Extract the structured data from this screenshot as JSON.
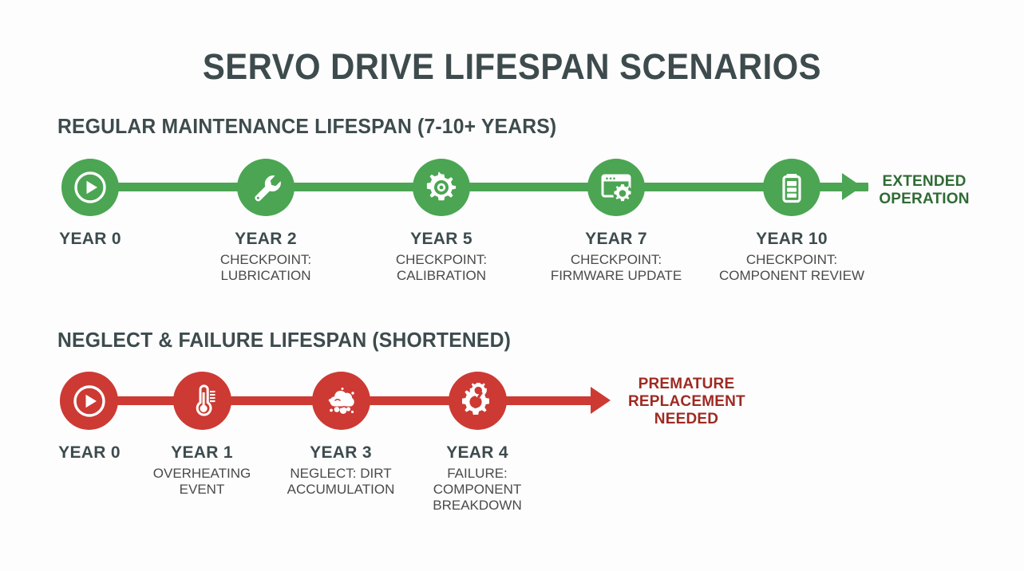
{
  "title": "SERVO DRIVE LIFESPAN SCENARIOS",
  "colors": {
    "background": "#fdfdfd",
    "title_text": "#3d4b4d",
    "green": "#4ba553",
    "green_dark": "#2f6b34",
    "red": "#cc3a33",
    "red_dark": "#9e2a22",
    "label_text": "#3d4b4d",
    "desc_text": "#4a4a4a"
  },
  "sections": {
    "maintenance": {
      "header": "REGULAR MAINTENANCE LIFESPAN (7-10+ YEARS)",
      "outcome": {
        "line1": "EXTENDED",
        "line2": "OPERATION"
      },
      "nodes": [
        {
          "icon": "play-circle-icon",
          "year": "YEAR 0",
          "desc_line1": "",
          "desc_line2": ""
        },
        {
          "icon": "wrench-icon",
          "year": "YEAR 2",
          "desc_line1": "CHECKPOINT:",
          "desc_line2": "LUBRICATION"
        },
        {
          "icon": "gear-icon",
          "year": "YEAR 5",
          "desc_line1": "CHECKPOINT:",
          "desc_line2": "CALIBRATION"
        },
        {
          "icon": "browser-gear-icon",
          "year": "YEAR 7",
          "desc_line1": "CHECKPOINT:",
          "desc_line2": "FIRMWARE UPDATE"
        },
        {
          "icon": "battery-icon",
          "year": "YEAR 10",
          "desc_line1": "CHECKPOINT:",
          "desc_line2": "COMPONENT REVIEW"
        }
      ]
    },
    "neglect": {
      "header": "NEGLECT & FAILURE LIFESPAN (SHORTENED)",
      "outcome": {
        "line1": "PREMATURE",
        "line2": "REPLACEMENT",
        "line3": "NEEDED"
      },
      "nodes": [
        {
          "icon": "play-circle-icon",
          "year": "YEAR 0",
          "desc_line1": "",
          "desc_line2": "",
          "desc_line3": ""
        },
        {
          "icon": "thermometer-icon",
          "year": "YEAR 1",
          "desc_line1": "OVERHEATING",
          "desc_line2": "EVENT",
          "desc_line3": ""
        },
        {
          "icon": "dust-cloud-icon",
          "year": "YEAR 3",
          "desc_line1": "NEGLECT: DIRT",
          "desc_line2": "ACCUMULATION",
          "desc_line3": ""
        },
        {
          "icon": "broken-gear-icon",
          "year": "YEAR 4",
          "desc_line1": "FAILURE:",
          "desc_line2": "COMPONENT",
          "desc_line3": "BREAKDOWN"
        }
      ]
    }
  }
}
